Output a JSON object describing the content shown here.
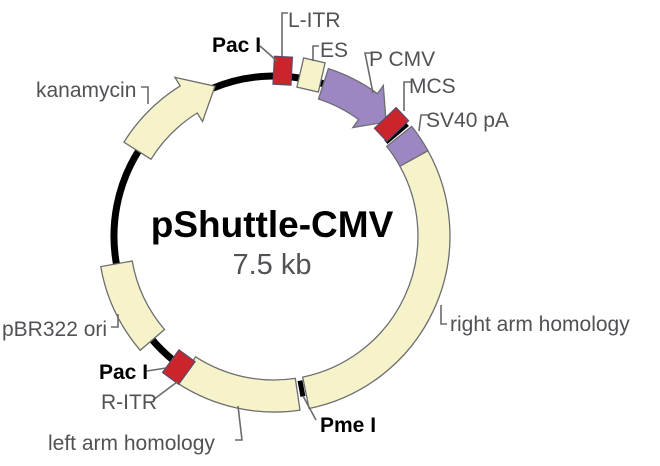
{
  "map": {
    "title": "pShuttle-CMV",
    "size_label": "7.5 kb",
    "labels": {
      "l_itr": "L-ITR",
      "pac_i_top": "Pac I",
      "es": "ES",
      "p_cmv": "P CMV",
      "mcs": "MCS",
      "sv40_pa": "SV40 pA",
      "right_arm_homology": "right arm homology",
      "pme_i": "Pme I",
      "left_arm_homology": "left arm homology",
      "r_itr": "R-ITR",
      "pac_i_bottom": "Pac I",
      "pbr322_ori": "pBR322 ori",
      "kanamycin": "kanamycin"
    },
    "colors": {
      "cream": "#F6F3CB",
      "purple": "#9D87C3",
      "red": "#C9252B",
      "backbone": "#000000",
      "label_gray": "#515256",
      "outline": "#6D6E71"
    }
  }
}
